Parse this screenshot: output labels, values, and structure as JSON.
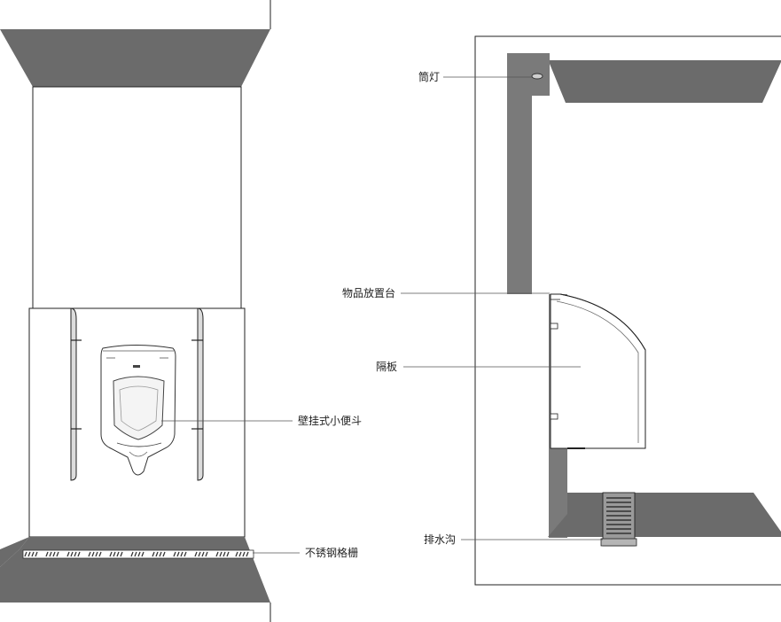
{
  "labels": {
    "urinal": "壁挂式小便斗",
    "grate": "不锈钢格栅",
    "downlight": "筒灯",
    "shelf": "物品放置台",
    "partition": "隔板",
    "drain": "排水沟"
  },
  "colors": {
    "floor_gray": "#6b6b6b",
    "wall_gray": "#7a7a7a",
    "line": "#222222",
    "leader": "#555555",
    "white": "#ffffff"
  }
}
